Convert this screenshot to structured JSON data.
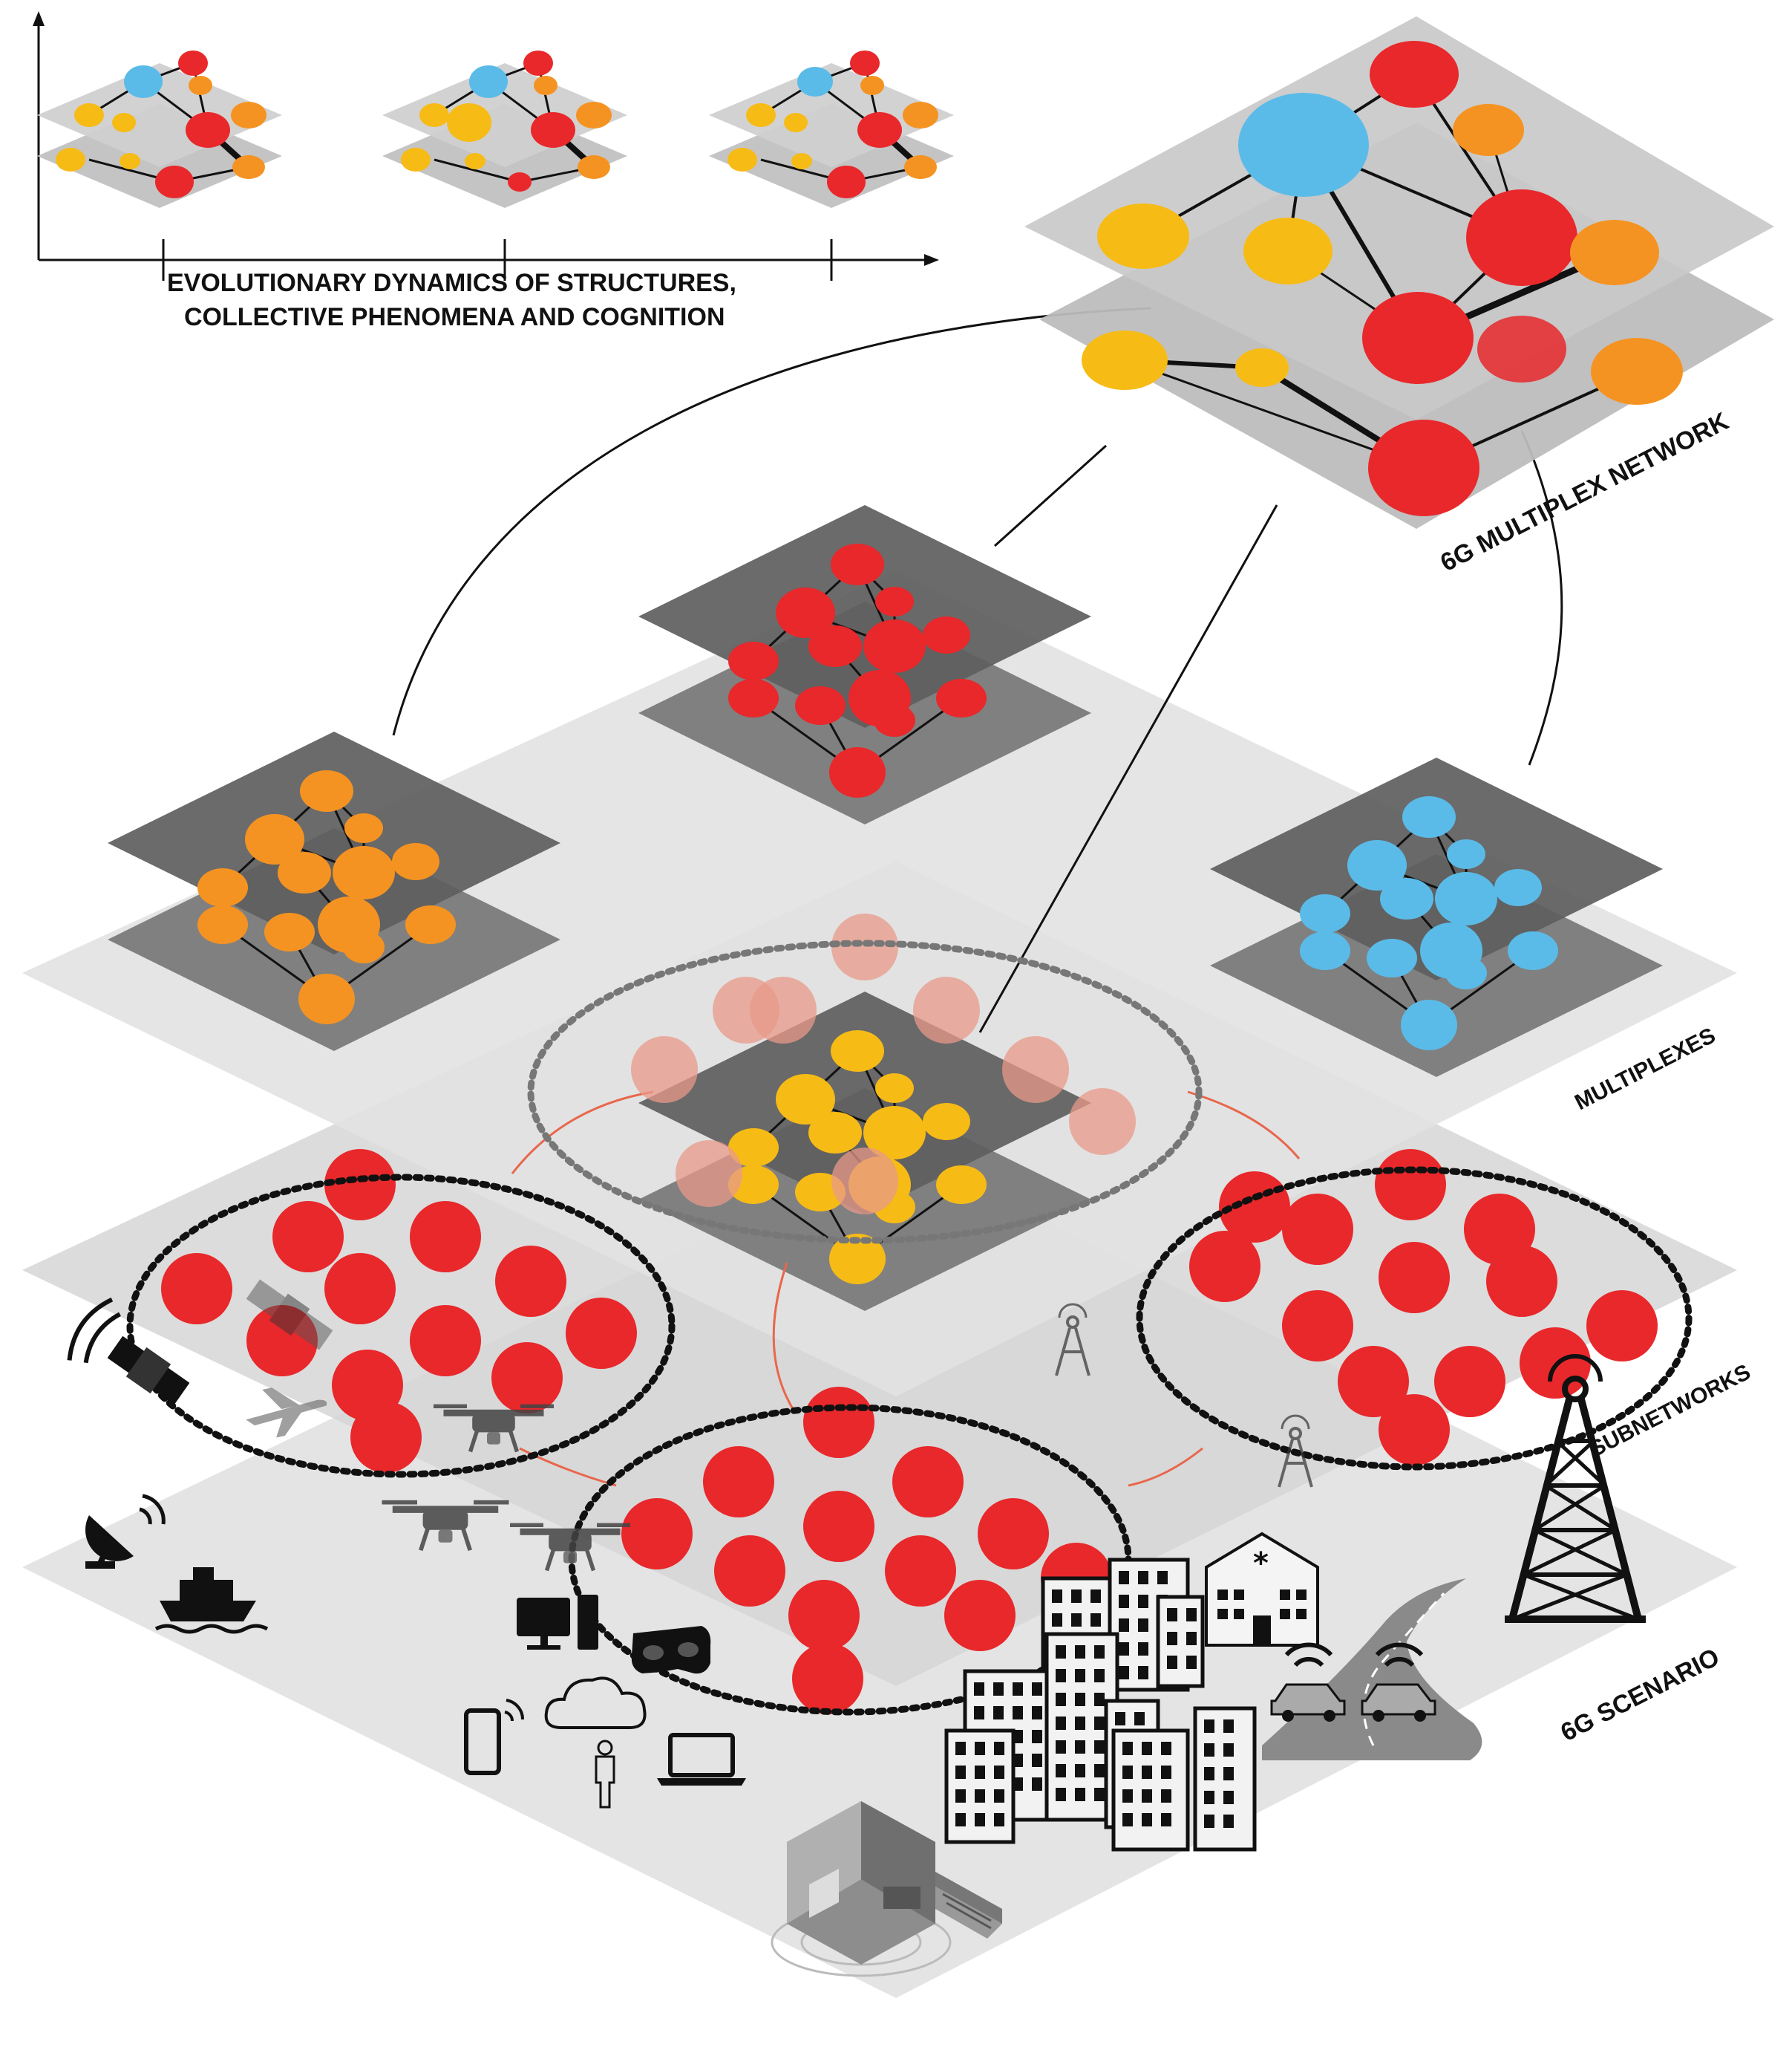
{
  "timeline": {
    "caption_line1": "EVOLUTIONARY DYNAMICS OF STRUCTURES,",
    "caption_line2": "COLLECTIVE PHENOMENA AND COGNITION"
  },
  "labels": {
    "multiplex_network": "6G  MULTIPLEX NETWORK",
    "multiplexes": "MULTIPLEXES",
    "subnetworks": "SUBNETWORKS",
    "scenario": "6G  SCENARIO"
  },
  "colors": {
    "red": "#e8282b",
    "orange": "#f59322",
    "yellow": "#f7bb16",
    "blue": "#5bbbe8",
    "salmon": "#e89a88",
    "plane_light": "#e6e6e6",
    "plane_dark": "#6e6e6e",
    "plane_mid": "#d2d2d2"
  },
  "icons": [
    "satellite-icon",
    "satellite-dish-icon",
    "ship-icon",
    "airplane-icon",
    "drone-icon",
    "desktop-computer-icon",
    "vr-headset-icon",
    "cloud-icon",
    "smartphone-icon",
    "laptop-icon",
    "person-icon",
    "city-buildings-icon",
    "hospital-icon",
    "road-icon",
    "car-icon",
    "cell-tower-icon",
    "smart-home-icon"
  ]
}
